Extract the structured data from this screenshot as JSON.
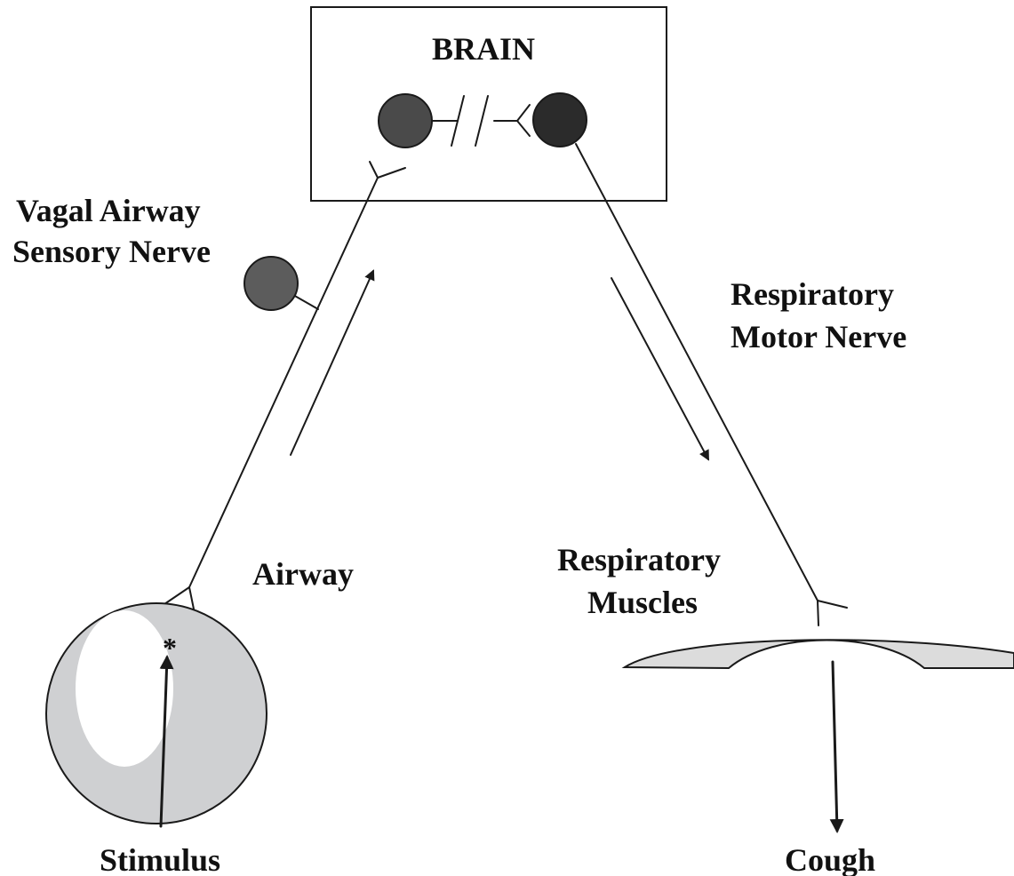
{
  "labels": {
    "brain": "BRAIN",
    "sensory_nerve_line1": "Vagal  Airway",
    "sensory_nerve_line2": "Sensory Nerve",
    "motor_nerve_line1": "Respiratory",
    "motor_nerve_line2": "Motor Nerve",
    "airway": "Airway",
    "muscles_line1": "Respiratory",
    "muscles_line2": "Muscles",
    "stimulus": "Stimulus",
    "cough": "Cough",
    "stimulus_marker": "*"
  },
  "colors": {
    "sensory_neuron_brain": "#4a4a4a",
    "motor_neuron_brain": "#2b2b2b",
    "sensory_ganglion": "#5c5c5c",
    "airway_wall": "#cfd0d2",
    "airway_lumen": "#ffffff",
    "muscle": "#dcdcdc",
    "line": "#1a1a1a"
  }
}
